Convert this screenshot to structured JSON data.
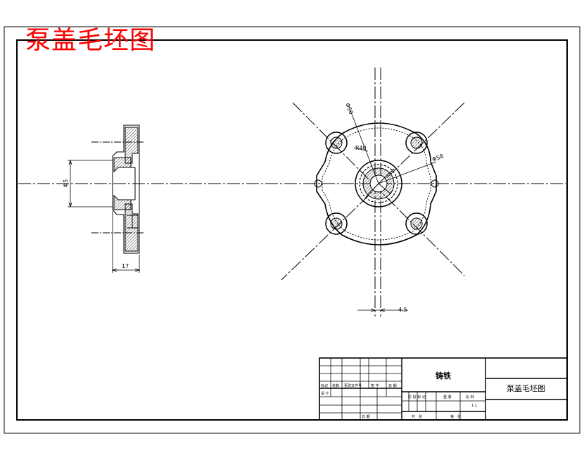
{
  "drawing": {
    "title": "泵盖毛坯图",
    "dimensions": {
      "dia_50": "Φ50",
      "r40": "R40",
      "dia_58": "Φ58",
      "len_17": "17",
      "dia_side": "Φ5",
      "len_4_5": "4.5"
    },
    "title_block": {
      "material": "铸铁",
      "part_name": "泵盖毛坯图",
      "scale": "1:1",
      "col_headers": [
        "标记",
        "处数",
        "更改文件号",
        "签 字",
        "日 期"
      ],
      "row_design": "设 计",
      "row_date": "日 期",
      "stage_marks": "阶 段 标 记",
      "weight": "重 量",
      "ratio": "比 例",
      "total": "共　张",
      "sheet": "第　张"
    }
  }
}
